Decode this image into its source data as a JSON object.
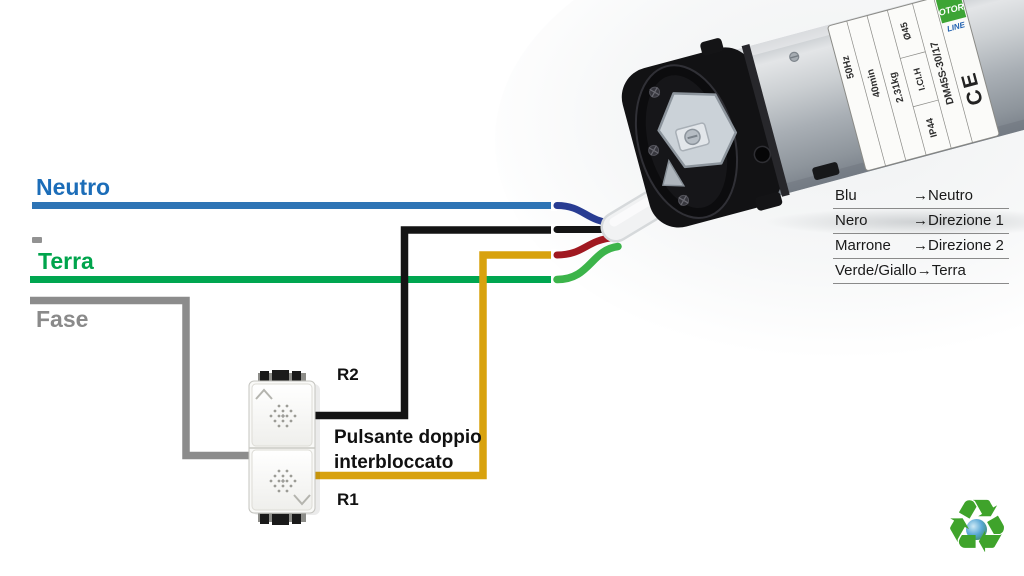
{
  "diagram": {
    "wire_labels": {
      "neutro": "Neutro",
      "terra": "Terra",
      "fase": "Fase"
    },
    "relay_labels": {
      "r2": "R2",
      "r1": "R1"
    },
    "button_caption": {
      "line1": "Pulsante doppio",
      "line2": "interbloccato"
    },
    "colors": {
      "neutro_line": "#2E74B5",
      "neutro_text": "#1C6DB8",
      "terra": "#00A44C",
      "fase": "#8C8C8C",
      "nero": "#141414",
      "gold": "#D8A20E",
      "motor_wire_blu": "#283C92",
      "motor_wire_nero": "#141414",
      "motor_wire_marrone": "#A01820",
      "motor_wire_verde": "#3CB44A"
    }
  },
  "legend": {
    "arrow": "→",
    "rows": [
      {
        "wire": "Blu",
        "function": "Neutro"
      },
      {
        "wire": "Nero",
        "function": "Direzione 1"
      },
      {
        "wire": "Marrone",
        "function": "Direzione 2"
      },
      {
        "wire": "Verde/Giallo",
        "function": "Terra"
      }
    ]
  },
  "motor": {
    "brand": {
      "name_fragment": "OTOR",
      "line": "LINE"
    },
    "label": {
      "model": "DM45S-30/17",
      "specs": [
        "50Hz",
        "40min",
        "2.31kg"
      ],
      "ratings": [
        "Ø45",
        "I.CI.H",
        "IP44"
      ],
      "ce": "CE"
    }
  },
  "footer": {
    "recycle_symbol": "♻"
  }
}
